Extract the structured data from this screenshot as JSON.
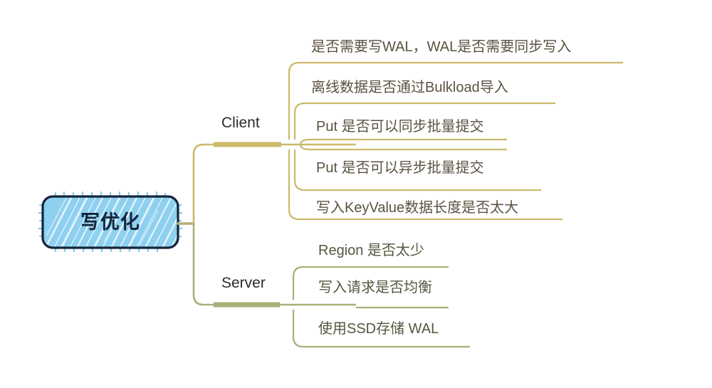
{
  "diagram": {
    "type": "mindmap",
    "title": "写优化",
    "orientation": "left-to-right",
    "colors": {
      "root_fill": "#8ed0ef",
      "root_border": "#13243b",
      "root_text": "#13243b",
      "client_branch": "#cbb96a",
      "client_text": "#5b5242",
      "server_branch": "#a7b077",
      "server_text": "#53583f",
      "branch_label_text": "#2b2b2b",
      "background": "#ffffff"
    },
    "root": {
      "label": "写优化",
      "style": "sketchy-rounded-rect-hatched"
    },
    "branches": [
      {
        "name": "client",
        "label": "Client",
        "color": "#cbb96a",
        "leaves": [
          {
            "label": "是否需要写WAL，WAL是否需要同步写入"
          },
          {
            "label": "离线数据是否通过Bulkload导入"
          },
          {
            "label": "Put 是否可以同步批量提交"
          },
          {
            "label": "Put 是否可以异步批量提交"
          },
          {
            "label": "写入KeyValue数据长度是否太大"
          }
        ]
      },
      {
        "name": "server",
        "label": "Server",
        "color": "#a7b077",
        "leaves": [
          {
            "label": "Region 是否太少"
          },
          {
            "label": "写入请求是否均衡"
          },
          {
            "label": "使用SSD存储 WAL"
          }
        ]
      }
    ]
  }
}
